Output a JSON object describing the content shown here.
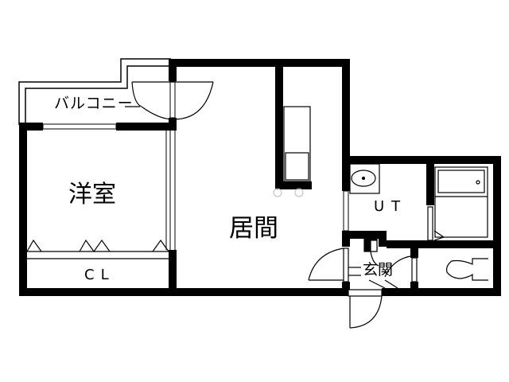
{
  "floor_plan": {
    "rooms": {
      "balcony": {
        "label": "バルコニー"
      },
      "western_room": {
        "label": "洋室"
      },
      "closet": {
        "label": "CL"
      },
      "living_room": {
        "label": "居間"
      },
      "utility": {
        "label": "UT"
      },
      "entrance": {
        "label": "玄関"
      }
    },
    "fixtures": [
      "kitchen-counter",
      "stove",
      "washbasin",
      "bathtub",
      "toilet"
    ],
    "colors": {
      "wall": "#000000",
      "background": "#ffffff",
      "line": "#000000"
    }
  }
}
